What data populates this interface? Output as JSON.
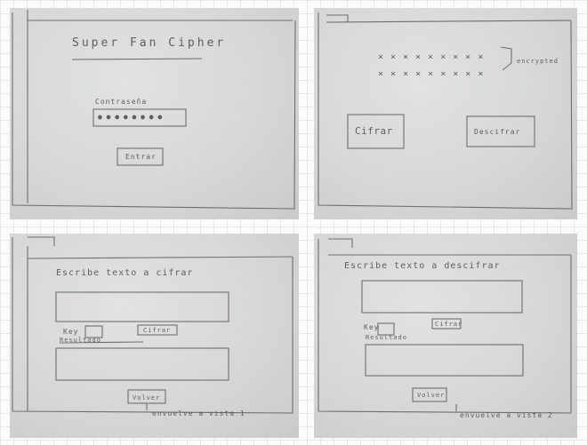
{
  "panels": {
    "login": {
      "title": "Super Fan Cipher",
      "password_label": "Contraseña",
      "password_mask": "● ● ● ● ● ● ● ●",
      "enter_button": "Entrar"
    },
    "menu": {
      "encrypted_text": "× × × × × × × × ×",
      "encrypted_text_2": "× × × × × × × × ×",
      "side_note": "encrypted",
      "cipher_button": "Cifrar",
      "decipher_button": "Descifrar"
    },
    "encrypt": {
      "heading": "Escribe texto a cifrar",
      "key_label": "Key",
      "action_button": "Cifrar",
      "result_label": "Resultado",
      "back_button": "Volver",
      "back_note": "envuelve a vista 1"
    },
    "decrypt": {
      "heading": "Escribe texto a descifrar",
      "key_label": "Key",
      "action_button": "Cifrar",
      "result_label": "Resultado",
      "back_button": "Volver",
      "back_note": "envuelve a vista 2"
    }
  }
}
